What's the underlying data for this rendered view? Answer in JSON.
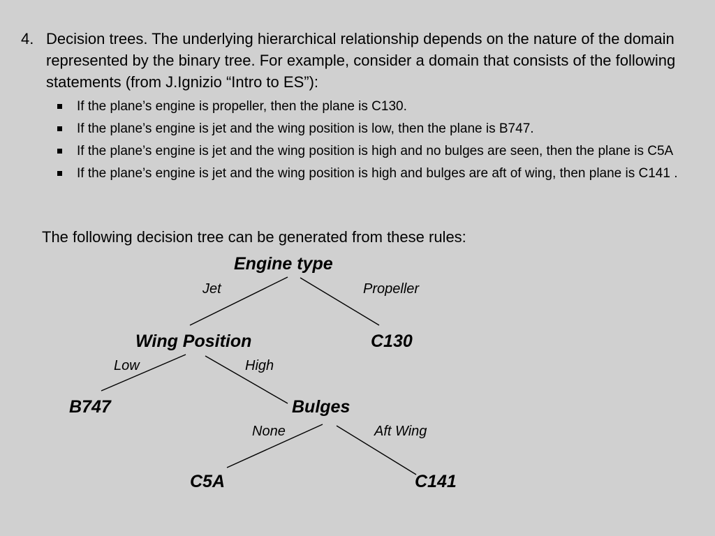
{
  "intro": {
    "number": "4.",
    "text": "Decision trees. The underlying hierarchical relationship depends on the nature of the domain represented by the binary tree. For example, consider a domain that consists of the following statements (from J.Ignizio “Intro to ES”):"
  },
  "rules": [
    "If the plane’s engine is propeller, then the plane is C130.",
    "If the plane’s engine is jet and the wing position is low, then the plane is B747.",
    "If the plane’s engine is jet and the wing position is high and no bulges are seen, then the plane is C5A",
    "If the plane’s engine is jet and the wing position is high and bulges are aft of wing, then plane is C141 ."
  ],
  "summary": "The following decision tree can be generated from these rules:",
  "tree": {
    "nodes": {
      "engine_type": "Engine type",
      "wing_position": "Wing Position",
      "c130": "C130",
      "b747": "B747",
      "bulges": "Bulges",
      "c5a": "C5A",
      "c141": "C141"
    },
    "edges": {
      "jet": "Jet",
      "propeller": "Propeller",
      "low": "Low",
      "high": "High",
      "none": "None",
      "aft_wing": "Aft Wing"
    }
  }
}
